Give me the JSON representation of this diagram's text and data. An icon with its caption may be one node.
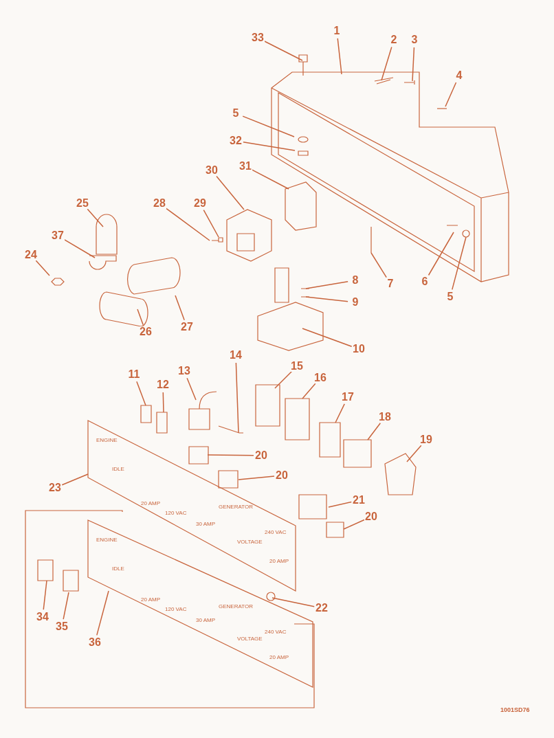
{
  "diagram": {
    "nodes": [
      {
        "text": [
          "33"
        ]
      },
      {
        "text": [
          "1"
        ]
      },
      {
        "text": [
          "2"
        ]
      },
      {
        "text": [
          "3"
        ]
      },
      {
        "text": [
          "4"
        ]
      },
      {
        "text": [
          "5"
        ]
      },
      {
        "text": [
          "32"
        ]
      },
      {
        "text": [
          "30"
        ]
      },
      {
        "text": [
          "31"
        ]
      },
      {
        "text": [
          "25"
        ]
      },
      {
        "text": [
          "29"
        ]
      },
      {
        "text": [
          "28"
        ]
      },
      {
        "text": [
          "37"
        ]
      },
      {
        "text": [
          "24"
        ]
      },
      {
        "text": [
          "27"
        ]
      },
      {
        "text": [
          "26"
        ]
      },
      {
        "text": [
          "8"
        ]
      },
      {
        "text": [
          "9"
        ]
      },
      {
        "text": [
          "10"
        ]
      },
      {
        "text": [
          "7"
        ]
      },
      {
        "text": [
          "6"
        ]
      },
      {
        "text": [
          "5"
        ]
      },
      {
        "text": [
          "14"
        ]
      },
      {
        "text": [
          "15"
        ]
      },
      {
        "text": [
          "16"
        ]
      },
      {
        "text": [
          "11"
        ]
      },
      {
        "text": [
          "12"
        ]
      },
      {
        "text": [
          "13"
        ]
      },
      {
        "text": [
          "17"
        ]
      },
      {
        "text": [
          "18"
        ]
      },
      {
        "text": [
          "19"
        ]
      },
      {
        "text": [
          "20"
        ]
      },
      {
        "text": [
          "20"
        ]
      },
      {
        "text": [
          "23"
        ]
      },
      {
        "text": [
          "21"
        ]
      },
      {
        "text": [
          "20"
        ]
      },
      {
        "text": [
          "22"
        ]
      },
      {
        "text": [
          "34"
        ]
      },
      {
        "text": [
          "35"
        ]
      },
      {
        "text": [
          "36"
        ]
      }
    ],
    "edges": [
      {
        "from": 0,
        "to": null,
        "arrow": "none"
      },
      {
        "from": 1,
        "to": null,
        "arrow": "none"
      },
      {
        "from": 2,
        "to": null,
        "arrow": "none"
      },
      {
        "from": 3,
        "to": null,
        "arrow": "none"
      },
      {
        "from": 4,
        "to": null,
        "arrow": "none"
      },
      {
        "from": 5,
        "to": null,
        "arrow": "none"
      },
      {
        "from": 6,
        "to": null,
        "arrow": "none"
      },
      {
        "from": 7,
        "to": null,
        "arrow": "none"
      },
      {
        "from": 8,
        "to": null,
        "arrow": "none"
      },
      {
        "from": 9,
        "to": null,
        "arrow": "none"
      },
      {
        "from": 10,
        "to": null,
        "arrow": "none"
      },
      {
        "from": 11,
        "to": null,
        "arrow": "none"
      },
      {
        "from": 12,
        "to": null,
        "arrow": "none"
      },
      {
        "from": 13,
        "to": null,
        "arrow": "none"
      },
      {
        "from": 14,
        "to": null,
        "arrow": "none"
      },
      {
        "from": 15,
        "to": null,
        "arrow": "none"
      },
      {
        "from": 16,
        "to": null,
        "arrow": "none"
      },
      {
        "from": 17,
        "to": null,
        "arrow": "none"
      },
      {
        "from": 18,
        "to": null,
        "arrow": "none"
      },
      {
        "from": 19,
        "to": null,
        "arrow": "none"
      },
      {
        "from": 20,
        "to": null,
        "arrow": "none"
      },
      {
        "from": 21,
        "to": null,
        "arrow": "none"
      },
      {
        "from": 22,
        "to": null,
        "arrow": "none"
      },
      {
        "from": 23,
        "to": null,
        "arrow": "none"
      },
      {
        "from": 24,
        "to": null,
        "arrow": "none"
      },
      {
        "from": 25,
        "to": null,
        "arrow": "none"
      },
      {
        "from": 26,
        "to": null,
        "arrow": "none"
      },
      {
        "from": 27,
        "to": null,
        "arrow": "none"
      },
      {
        "from": 28,
        "to": null,
        "arrow": "none"
      },
      {
        "from": 29,
        "to": null,
        "arrow": "none"
      },
      {
        "from": 30,
        "to": null,
        "arrow": "none"
      },
      {
        "from": 31,
        "to": null,
        "arrow": "none"
      },
      {
        "from": 32,
        "to": null,
        "arrow": "none"
      },
      {
        "from": 33,
        "to": null,
        "arrow": "none"
      },
      {
        "from": 34,
        "to": null,
        "arrow": "none"
      },
      {
        "from": 35,
        "to": null,
        "arrow": "none"
      },
      {
        "from": 36,
        "to": null,
        "arrow": "none"
      },
      {
        "from": 37,
        "to": null,
        "arrow": "none"
      },
      {
        "from": 38,
        "to": null,
        "arrow": "none"
      },
      {
        "from": 39,
        "to": null,
        "arrow": "none"
      }
    ],
    "labels": [
      "ENGINE",
      "IDLE",
      "20 AMP",
      "120 VAC",
      "30 AMP",
      "GENERATOR",
      "VOLTAGE",
      "240 VAC",
      "20 AMP",
      "ENGINE",
      "IDLE",
      "20 AMP",
      "120 VAC",
      "30 AMP",
      "GENERATOR",
      "VOLTAGE",
      "240 VAC",
      "20 AMP",
      "1001SD76"
    ]
  }
}
